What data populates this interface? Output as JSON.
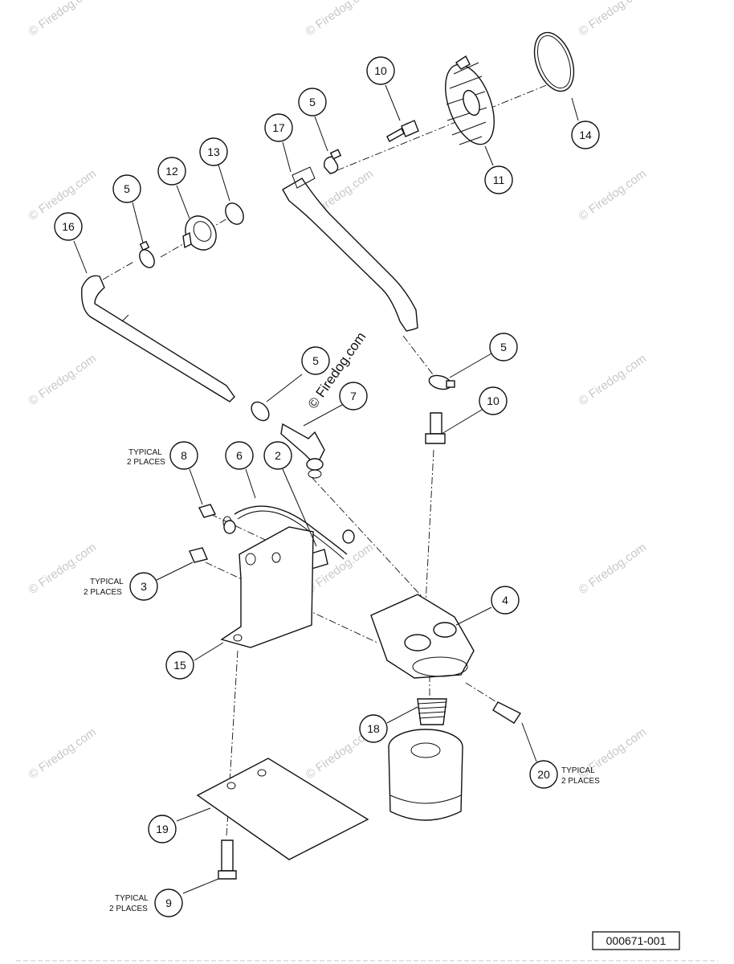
{
  "watermark": {
    "text": "© Firedog.com",
    "main_text": "© Firedog.com"
  },
  "figure_id": "000671-001",
  "callouts": [
    "10",
    "5",
    "17",
    "13",
    "12",
    "5",
    "16",
    "14",
    "11",
    "5",
    "7",
    "5",
    "10",
    "8",
    "6",
    "2",
    "3",
    "4",
    "15",
    "18",
    "20",
    "19",
    "9"
  ],
  "typical_notes": {
    "line1": "TYPICAL",
    "line2": "2 PLACES"
  },
  "colors": {
    "ink": "#111111",
    "watermark": "#c8c8c8",
    "background": "#ffffff"
  }
}
